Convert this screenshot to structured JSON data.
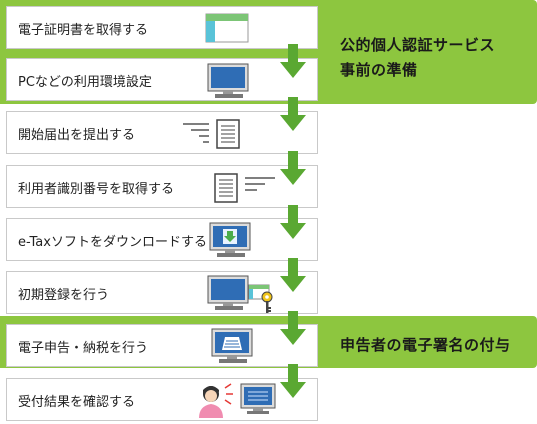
{
  "groups": {
    "certificate_label_line1": "公的個人認証サービス",
    "certificate_label_line2": "事前の準備",
    "signature_label": "申告者の電子署名の付与"
  },
  "steps": [
    {
      "label": "電子証明書を取得する",
      "icon": "certificate-card-icon"
    },
    {
      "label": "PCなどの利用環境設定",
      "icon": "computer-monitor-icon"
    },
    {
      "label": "開始届出を提出する",
      "icon": "send-document-icon"
    },
    {
      "label": "利用者識別番号を取得する",
      "icon": "receive-document-icon"
    },
    {
      "label": "e-Taxソフトをダウンロードする",
      "icon": "download-monitor-icon"
    },
    {
      "label": "初期登録を行う",
      "icon": "monitor-key-icon"
    },
    {
      "label": "電子申告・納税を行う",
      "icon": "monitor-document-icon"
    },
    {
      "label": "受付結果を確認する",
      "icon": "person-monitor-icon"
    }
  ],
  "colors": {
    "panel_green": "#8dc63f",
    "arrow_green": "#5aa832",
    "monitor_blue": "#2f6db5"
  }
}
